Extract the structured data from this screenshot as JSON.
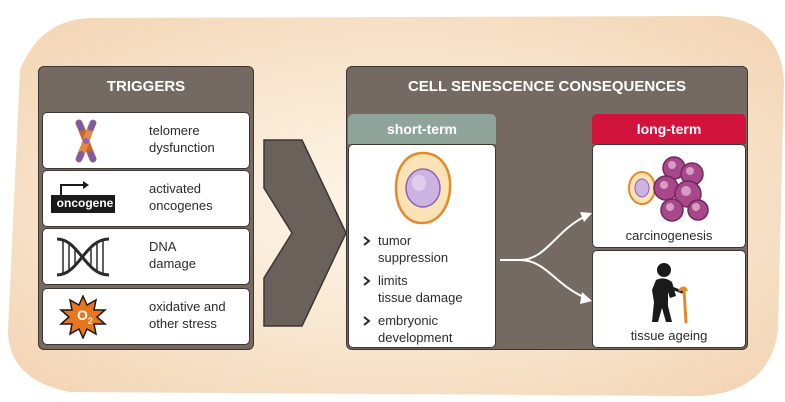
{
  "triggers": {
    "title": "TRIGGERS",
    "items": [
      {
        "icon": "chromosome-icon",
        "label": "telomere\ndysfunction"
      },
      {
        "icon": "oncogene-icon",
        "icon_text": "oncogene",
        "label": "activated\noncogenes"
      },
      {
        "icon": "dna-helix-icon",
        "label": "DNA\ndamage"
      },
      {
        "icon": "oxygen-burst-icon",
        "icon_text": "O",
        "icon_sub": "2",
        "label": "oxidative and\nother stress"
      }
    ]
  },
  "consequences": {
    "title": "CELL SENESCENCE CONSEQUENCES",
    "short_term": {
      "title": "short-term",
      "bullets": [
        "tumor\nsuppression",
        "limits\ntissue damage",
        "embryonic\ndevelopment"
      ]
    },
    "long_term": {
      "title": "long-term",
      "items": [
        {
          "icon": "cancer-cells-icon",
          "label": "carcinogenesis"
        },
        {
          "icon": "elderly-person-icon",
          "label": "tissue ageing"
        }
      ]
    }
  },
  "colors": {
    "header": "#746a62",
    "short_term_header": "#8fa59a",
    "long_term_header": "#d2143c",
    "background": "#f6e2c8",
    "connector": "#5f564f"
  }
}
